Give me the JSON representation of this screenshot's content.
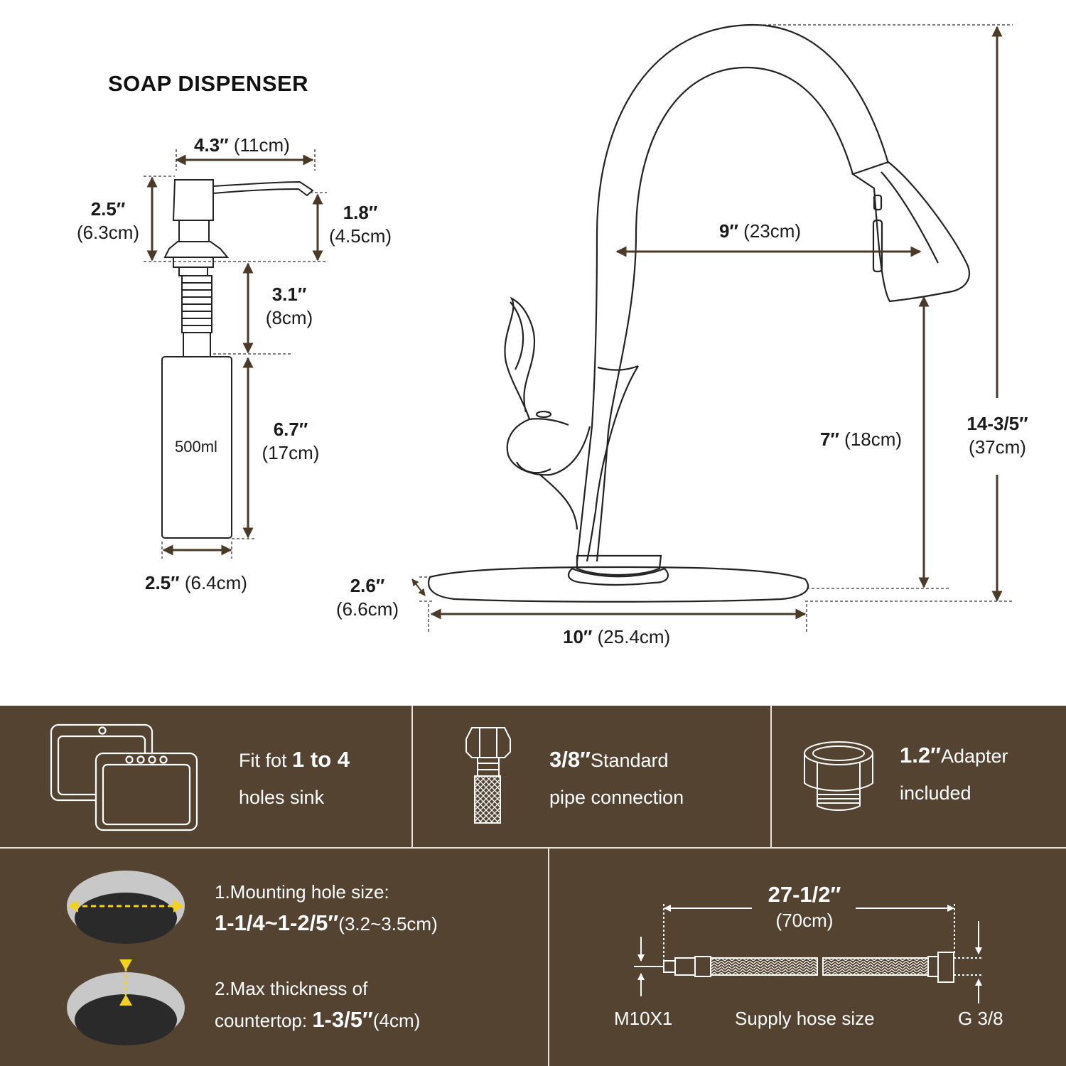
{
  "soap": {
    "title": "SOAP DISPENSER",
    "width_in": "4.3″",
    "width_cm": "(11cm)",
    "head_h_in": "2.5″",
    "head_h_cm": "(6.3cm)",
    "spout_h_in": "1.8″",
    "spout_h_cm": "(4.5cm)",
    "shank_in": "3.1″",
    "shank_cm": "(8cm)",
    "bottle_h_in": "6.7″",
    "bottle_h_cm": "(17cm)",
    "bottle_w_in": "2.5″",
    "bottle_w_cm": "(6.4cm)",
    "volume": "500ml"
  },
  "faucet": {
    "reach_in": "9″",
    "reach_cm": "(23cm)",
    "spout_h_in": "7″",
    "spout_h_cm": "(18cm)",
    "total_h_in": "14-3/5″",
    "total_h_cm": "(37cm)",
    "plate_w_in": "2.6″",
    "plate_w_cm": "(6.6cm)",
    "plate_l_in": "10″",
    "plate_l_cm": "(25.4cm)"
  },
  "features": {
    "sink": {
      "pre": "Fit fot ",
      "bold": "1 to 4",
      "line2": "holes sink"
    },
    "pipe": {
      "bold": "3/8″",
      "rest": "Standard",
      "line2": "pipe connection"
    },
    "adapter": {
      "bold": "1.2″",
      "rest": "Adapter",
      "line2": "included"
    }
  },
  "mounting": {
    "hole_label": "1.Mounting hole size:",
    "hole_bold": "1-1/4~1-2/5″",
    "hole_cm": "(3.2~3.5cm)",
    "thick_label": "2.Max thickness of",
    "thick_pre": "countertop: ",
    "thick_bold": "1-3/5″",
    "thick_cm": "(4cm)"
  },
  "hose": {
    "length_in": "27-1/2″",
    "length_cm": "(70cm)",
    "left_thread": "M10X1",
    "caption": "Supply hose size",
    "right_thread": "G 3/8"
  },
  "colors": {
    "panel": "#544331",
    "dim_line": "#4a3a28",
    "accent": "#f2d21b"
  }
}
